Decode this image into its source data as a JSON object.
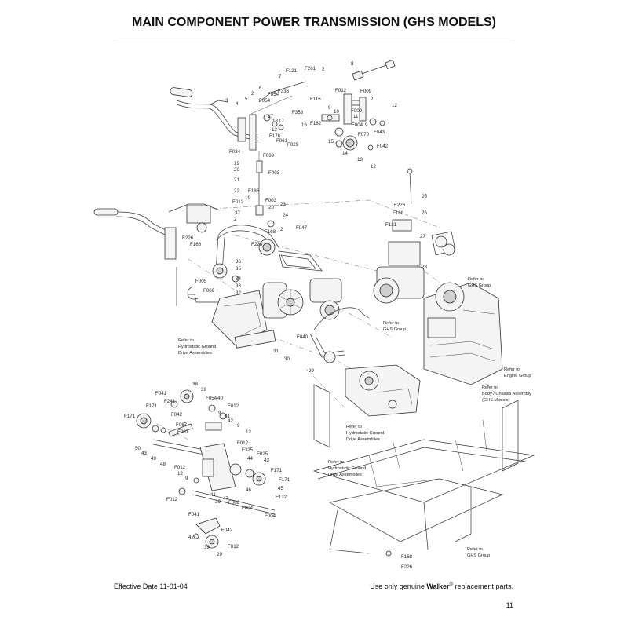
{
  "title": "MAIN COMPONENT POWER TRANSMISSION (GHS MODELS)",
  "footer": {
    "effective_date": "Effective Date 11-01-04",
    "notice_prefix": "Use only genuine ",
    "brand": "Walker",
    "registered_mark": "®",
    "notice_suffix": " replacement parts.",
    "page_number": "11"
  },
  "references": {
    "hydro_ground_1": [
      "Refer to",
      "Hydrostatic Ground",
      "Drive Assemblies"
    ],
    "hydro_ground_2": [
      "Refer to",
      "Hydrostatic Ground",
      "Drive Assemblies"
    ],
    "hydro_ground_3": [
      "Refer to",
      "Hydrostatic Ground",
      "Drive Assemblies"
    ],
    "ghs_group_1": [
      "Refer to",
      "GHS Group"
    ],
    "ghs_group_2": [
      "Refer to",
      "GHS Group"
    ],
    "ghs_group_3": [
      "Refer to",
      "GHS Group"
    ],
    "engine_group": [
      "Refer to",
      "Engine Group"
    ],
    "body_chassis": [
      "Refer to",
      "Body / Chassis Assembly",
      "(GHS Models)"
    ]
  },
  "part_labels": {
    "p2a": "2",
    "p2b": "2",
    "p2c": "2",
    "p3": "3",
    "p4": "4",
    "p5": "5",
    "p6": "6",
    "p7": "7",
    "p8": "8",
    "p9a": "9",
    "p9b": "9",
    "p9c": "9",
    "p9d": "9",
    "p10": "10",
    "p11": "11",
    "p12a": "12",
    "p12b": "12",
    "p12c": "12",
    "p12d": "12",
    "p13": "13",
    "p14": "14",
    "p15": "15",
    "p16": "16",
    "p17a": "17",
    "p17b": "17",
    "p18": "18",
    "p19a": "19",
    "p19b": "19",
    "p20a": "20",
    "p20b": "20",
    "p21": "21",
    "p22": "22",
    "p23": "23",
    "p24": "24",
    "p25": "25",
    "p26": "26",
    "p27": "27",
    "p28": "28",
    "p29a": "29",
    "p29b": "29",
    "p30": "30",
    "p31": "31",
    "p32": "32",
    "p33": "33",
    "p34": "34",
    "p35": "35",
    "p36": "36",
    "p37": "37",
    "p38": "38",
    "p39a": "39",
    "p39b": "39",
    "p40": "40",
    "p41a": "41",
    "p41b": "41",
    "p42a": "42",
    "p42b": "42",
    "p43a": "43",
    "p43b": "43",
    "p44": "44",
    "p45": "45",
    "p46": "46",
    "p47": "47",
    "p48": "48",
    "p49": "49",
    "p50": "50",
    "F121": "F121",
    "F261": "F261",
    "F336": "F336",
    "F054a": "F054",
    "F054b": "F054",
    "F054c": "F054",
    "F116": "F116",
    "F353": "F353",
    "F012a": "F012",
    "F012b": "F012",
    "F012c": "F012",
    "F012d": "F012",
    "F012e": "F012",
    "F012f": "F012",
    "F012g": "F012",
    "F012h": "F012",
    "F009a": "F009",
    "F009b": "F009",
    "F182": "F182",
    "F004a": "F004",
    "F004b": "F004",
    "F004c": "F004",
    "F070": "F070",
    "F043": "F043",
    "F042a": "F042",
    "F042b": "F042",
    "F042c": "F042",
    "F176": "F176",
    "F061": "F061",
    "F029": "F029",
    "F034": "F034",
    "F069a": "F069",
    "F069b": "F069",
    "F003a": "F003",
    "F003b": "F003",
    "F186": "F186",
    "F168a": "F168",
    "F168b": "F168",
    "F168c": "F168",
    "F168d": "F168",
    "F047": "F047",
    "F226a": "F226",
    "F226b": "F226",
    "F226c": "F226",
    "F226d": "F226",
    "F131": "F131",
    "F005": "F005",
    "F040": "F040",
    "F041a": "F041",
    "F041b": "F041",
    "F241": "F241",
    "F171a": "F171",
    "F171b": "F171",
    "F171c": "F171",
    "F171d": "F171",
    "F042d": "F042",
    "F067a": "F067",
    "F067b": "F067",
    "F325": "F325",
    "F025": "F025",
    "F132": "F132",
    "F002": "F002"
  }
}
